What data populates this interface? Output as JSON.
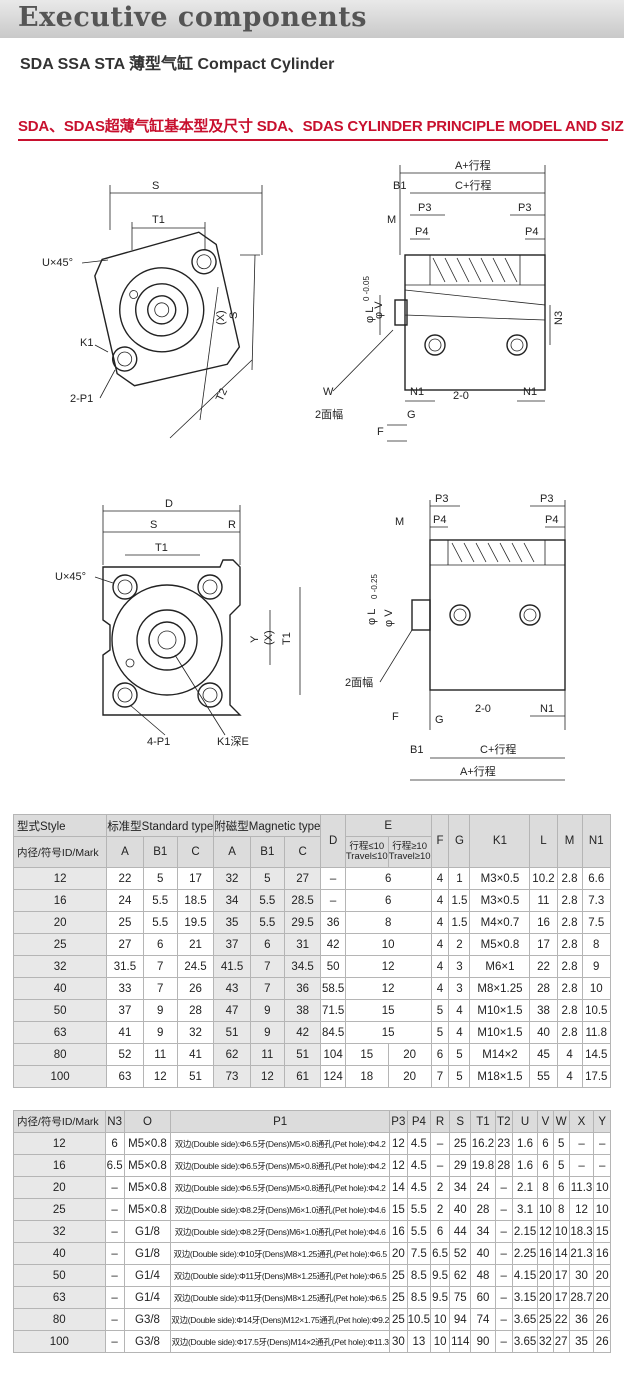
{
  "header": {
    "title": "Executive components"
  },
  "subtitle": "SDA  SSA  STA  薄型气缸 Compact Cylinder",
  "section_heading": "SDA、SDAS超薄气缸基本型及尺寸 SDA、SDAS CYLINDER PRINCIPLE MODEL AND SIZE",
  "drawings": {
    "front1": {
      "s": "S",
      "t1": "T1",
      "u": "U×45°",
      "k1": "K1",
      "p1": "2-P1",
      "x": "(X)",
      "s2": "S",
      "t2": "T2"
    },
    "side1": {
      "a": "A+行程",
      "b1": "B1",
      "c": "C+行程",
      "m": "M",
      "p3a": "P3",
      "p3b": "P3",
      "p4a": "P4",
      "p4b": "P4",
      "phi_l": "φ L",
      "tol": "0\n-0.05",
      "phi_v": "φ V",
      "n3": "N3",
      "w": "W",
      "flats": "2面幅",
      "n1a": "N1",
      "o": "2-0",
      "n1b": "N1",
      "g": "G",
      "f": "F"
    },
    "front2": {
      "d": "D",
      "s": "S",
      "r": "R",
      "t1": "T1",
      "u": "U×45°",
      "y": "Y",
      "x": "(X)",
      "t1b": "T1",
      "p1": "4-P1",
      "k1": "K1深E"
    },
    "side2": {
      "p3a": "P3",
      "p3b": "P3",
      "p4a": "P4",
      "p4b": "P4",
      "m": "M",
      "phi_l": "φ L",
      "tol": "0\n-0.25",
      "phi_v": "φ V",
      "flats": "2面幅",
      "f": "F",
      "g": "G",
      "o": "2-0",
      "n1": "N1",
      "b1": "B1",
      "c": "C+行程",
      "a": "A+行程"
    }
  },
  "table1": {
    "h_style": "型式Style",
    "h_standard": "标准型Standard type",
    "h_magnetic": "附磁型Magnetic type",
    "h_e": "E",
    "h_e1": "行程≤10\nTravel≤10",
    "h_e2": "行程≥10\nTravel≥10",
    "h_id": "内径/符号ID/Mark",
    "cols": [
      "A",
      "B1",
      "C",
      "A",
      "B1",
      "C",
      "D",
      "F",
      "G",
      "K1",
      "L",
      "M",
      "N1"
    ],
    "rows": [
      [
        "12",
        "22",
        "5",
        "17",
        "32",
        "5",
        "27",
        "–",
        "6",
        "",
        "4",
        "1",
        "M3×0.5",
        "10.2",
        "2.8",
        "6.6"
      ],
      [
        "16",
        "24",
        "5.5",
        "18.5",
        "34",
        "5.5",
        "28.5",
        "–",
        "6",
        "",
        "4",
        "1.5",
        "M3×0.5",
        "11",
        "2.8",
        "7.3"
      ],
      [
        "20",
        "25",
        "5.5",
        "19.5",
        "35",
        "5.5",
        "29.5",
        "36",
        "8",
        "",
        "4",
        "1.5",
        "M4×0.7",
        "16",
        "2.8",
        "7.5"
      ],
      [
        "25",
        "27",
        "6",
        "21",
        "37",
        "6",
        "31",
        "42",
        "10",
        "",
        "4",
        "2",
        "M5×0.8",
        "17",
        "2.8",
        "8"
      ],
      [
        "32",
        "31.5",
        "7",
        "24.5",
        "41.5",
        "7",
        "34.5",
        "50",
        "12",
        "",
        "4",
        "3",
        "M6×1",
        "22",
        "2.8",
        "9"
      ],
      [
        "40",
        "33",
        "7",
        "26",
        "43",
        "7",
        "36",
        "58.5",
        "12",
        "",
        "4",
        "3",
        "M8×1.25",
        "28",
        "2.8",
        "10"
      ],
      [
        "50",
        "37",
        "9",
        "28",
        "47",
        "9",
        "38",
        "71.5",
        "15",
        "",
        "5",
        "4",
        "M10×1.5",
        "38",
        "2.8",
        "10.5"
      ],
      [
        "63",
        "41",
        "9",
        "32",
        "51",
        "9",
        "42",
        "84.5",
        "15",
        "",
        "5",
        "4",
        "M10×1.5",
        "40",
        "2.8",
        "11.8"
      ],
      [
        "80",
        "52",
        "11",
        "41",
        "62",
        "11",
        "51",
        "104",
        "15",
        "20",
        "6",
        "5",
        "M14×2",
        "45",
        "4",
        "14.5"
      ],
      [
        "100",
        "63",
        "12",
        "51",
        "73",
        "12",
        "61",
        "124",
        "18",
        "20",
        "7",
        "5",
        "M18×1.5",
        "55",
        "4",
        "17.5"
      ]
    ]
  },
  "table2": {
    "headers": [
      "内径/符号ID/Mark",
      "N3",
      "O",
      "P1",
      "P3",
      "P4",
      "R",
      "S",
      "T1",
      "T2",
      "U",
      "V",
      "W",
      "X",
      "Y"
    ],
    "rows": [
      [
        "12",
        "6",
        "M5×0.8",
        "双边(Double side):Φ6.5牙(Dens)M5×0.8通孔(Pet hole):Φ4.2",
        "12",
        "4.5",
        "–",
        "25",
        "16.2",
        "23",
        "1.6",
        "6",
        "5",
        "–",
        "–"
      ],
      [
        "16",
        "6.5",
        "M5×0.8",
        "双边(Double side):Φ6.5牙(Dens)M5×0.8通孔(Pet hole):Φ4.2",
        "12",
        "4.5",
        "–",
        "29",
        "19.8",
        "28",
        "1.6",
        "6",
        "5",
        "–",
        "–"
      ],
      [
        "20",
        "–",
        "M5×0.8",
        "双边(Double side):Φ6.5牙(Dens)M5×0.8通孔(Pet hole):Φ4.2",
        "14",
        "4.5",
        "2",
        "34",
        "24",
        "–",
        "2.1",
        "8",
        "6",
        "11.3",
        "10"
      ],
      [
        "25",
        "–",
        "M5×0.8",
        "双边(Double side):Φ8.2牙(Dens)M6×1.0通孔(Pet hole):Φ4.6",
        "15",
        "5.5",
        "2",
        "40",
        "28",
        "–",
        "3.1",
        "10",
        "8",
        "12",
        "10"
      ],
      [
        "32",
        "–",
        "G1/8",
        "双边(Double side):Φ8.2牙(Dens)M6×1.0通孔(Pet hole):Φ4.6",
        "16",
        "5.5",
        "6",
        "44",
        "34",
        "–",
        "2.15",
        "12",
        "10",
        "18.3",
        "15"
      ],
      [
        "40",
        "–",
        "G1/8",
        "双边(Double side):Φ10牙(Dens)M8×1.25通孔(Pet hole):Φ6.5",
        "20",
        "7.5",
        "6.5",
        "52",
        "40",
        "–",
        "2.25",
        "16",
        "14",
        "21.3",
        "16"
      ],
      [
        "50",
        "–",
        "G1/4",
        "双边(Double side):Φ11牙(Dens)M8×1.25通孔(Pet hole):Φ6.5",
        "25",
        "8.5",
        "9.5",
        "62",
        "48",
        "–",
        "4.15",
        "20",
        "17",
        "30",
        "20"
      ],
      [
        "63",
        "–",
        "G1/4",
        "双边(Double side):Φ11牙(Dens)M8×1.25通孔(Pet hole):Φ6.5",
        "25",
        "8.5",
        "9.5",
        "75",
        "60",
        "–",
        "3.15",
        "20",
        "17",
        "28.7",
        "20"
      ],
      [
        "80",
        "–",
        "G3/8",
        "双边(Double side):Φ14牙(Dens)M12×1.75通孔(Pet hole):Φ9.2",
        "25",
        "10.5",
        "10",
        "94",
        "74",
        "–",
        "3.65",
        "25",
        "22",
        "36",
        "26"
      ],
      [
        "100",
        "–",
        "G3/8",
        "双边(Double side):Φ17.5牙(Dens)M14×2通孔(Pet hole):Φ11.3",
        "30",
        "13",
        "10",
        "114",
        "90",
        "–",
        "3.65",
        "32",
        "27",
        "35",
        "26"
      ]
    ]
  }
}
